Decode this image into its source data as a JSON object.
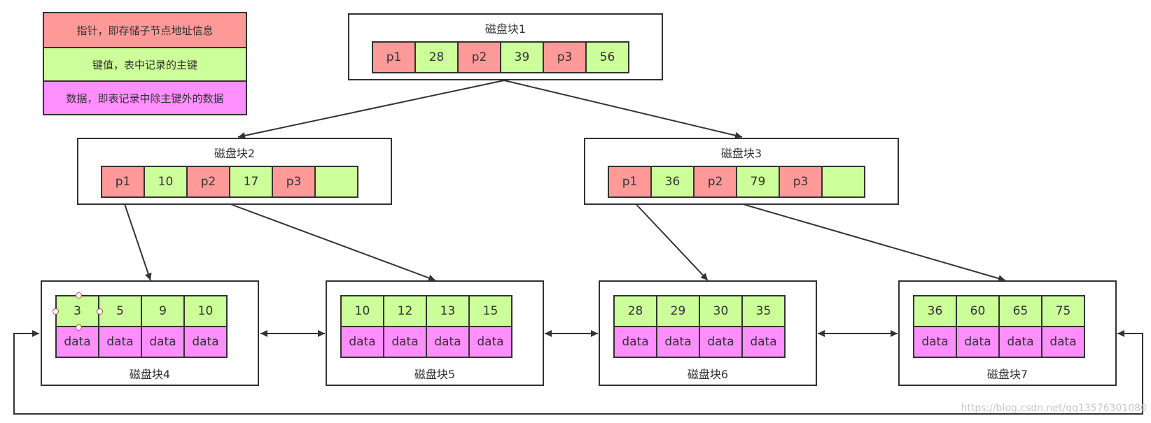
{
  "legend": {
    "pointer_label": "指针，即存储子节点地址信息",
    "key_label": "键值，表中记录的主键",
    "data_label": "数据，即表记录中除主键外的数据"
  },
  "colors": {
    "pointer": "#ff9a99",
    "key": "#ccff99",
    "data": "#ff8fff",
    "border": "#333333"
  },
  "blocks": {
    "b1": {
      "title": "磁盘块1",
      "cells": [
        "p1",
        "28",
        "p2",
        "39",
        "p3",
        "56"
      ]
    },
    "b2": {
      "title": "磁盘块2",
      "cells": [
        "p1",
        "10",
        "p2",
        "17",
        "p3",
        ""
      ]
    },
    "b3": {
      "title": "磁盘块3",
      "cells": [
        "p1",
        "36",
        "p2",
        "79",
        "p3",
        ""
      ]
    },
    "b4": {
      "title": "磁盘块4",
      "keys": [
        "3",
        "5",
        "9",
        "10"
      ],
      "data": [
        "data",
        "data",
        "data",
        "data"
      ]
    },
    "b5": {
      "title": "磁盘块5",
      "keys": [
        "10",
        "12",
        "13",
        "15"
      ],
      "data": [
        "data",
        "data",
        "data",
        "data"
      ]
    },
    "b6": {
      "title": "磁盘块6",
      "keys": [
        "28",
        "29",
        "30",
        "35"
      ],
      "data": [
        "data",
        "data",
        "data",
        "data"
      ]
    },
    "b7": {
      "title": "磁盘块7",
      "keys": [
        "36",
        "60",
        "65",
        "75"
      ],
      "data": [
        "data",
        "data",
        "data",
        "data"
      ]
    }
  },
  "watermark": "https://blog.csdn.net/qq13576301080"
}
